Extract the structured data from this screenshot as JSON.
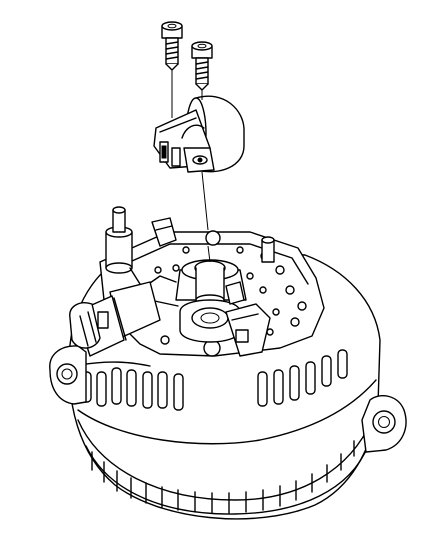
{
  "diagram": {
    "kind": "exploded-view line drawing",
    "colors": {
      "ink": "#000000",
      "paper": "#ffffff"
    },
    "parts": [
      "alternator-assembly",
      "regulator-brush-holder",
      "screw-left",
      "screw-right",
      "connector",
      "mounting-ear-left",
      "mounting-ear-right"
    ]
  }
}
